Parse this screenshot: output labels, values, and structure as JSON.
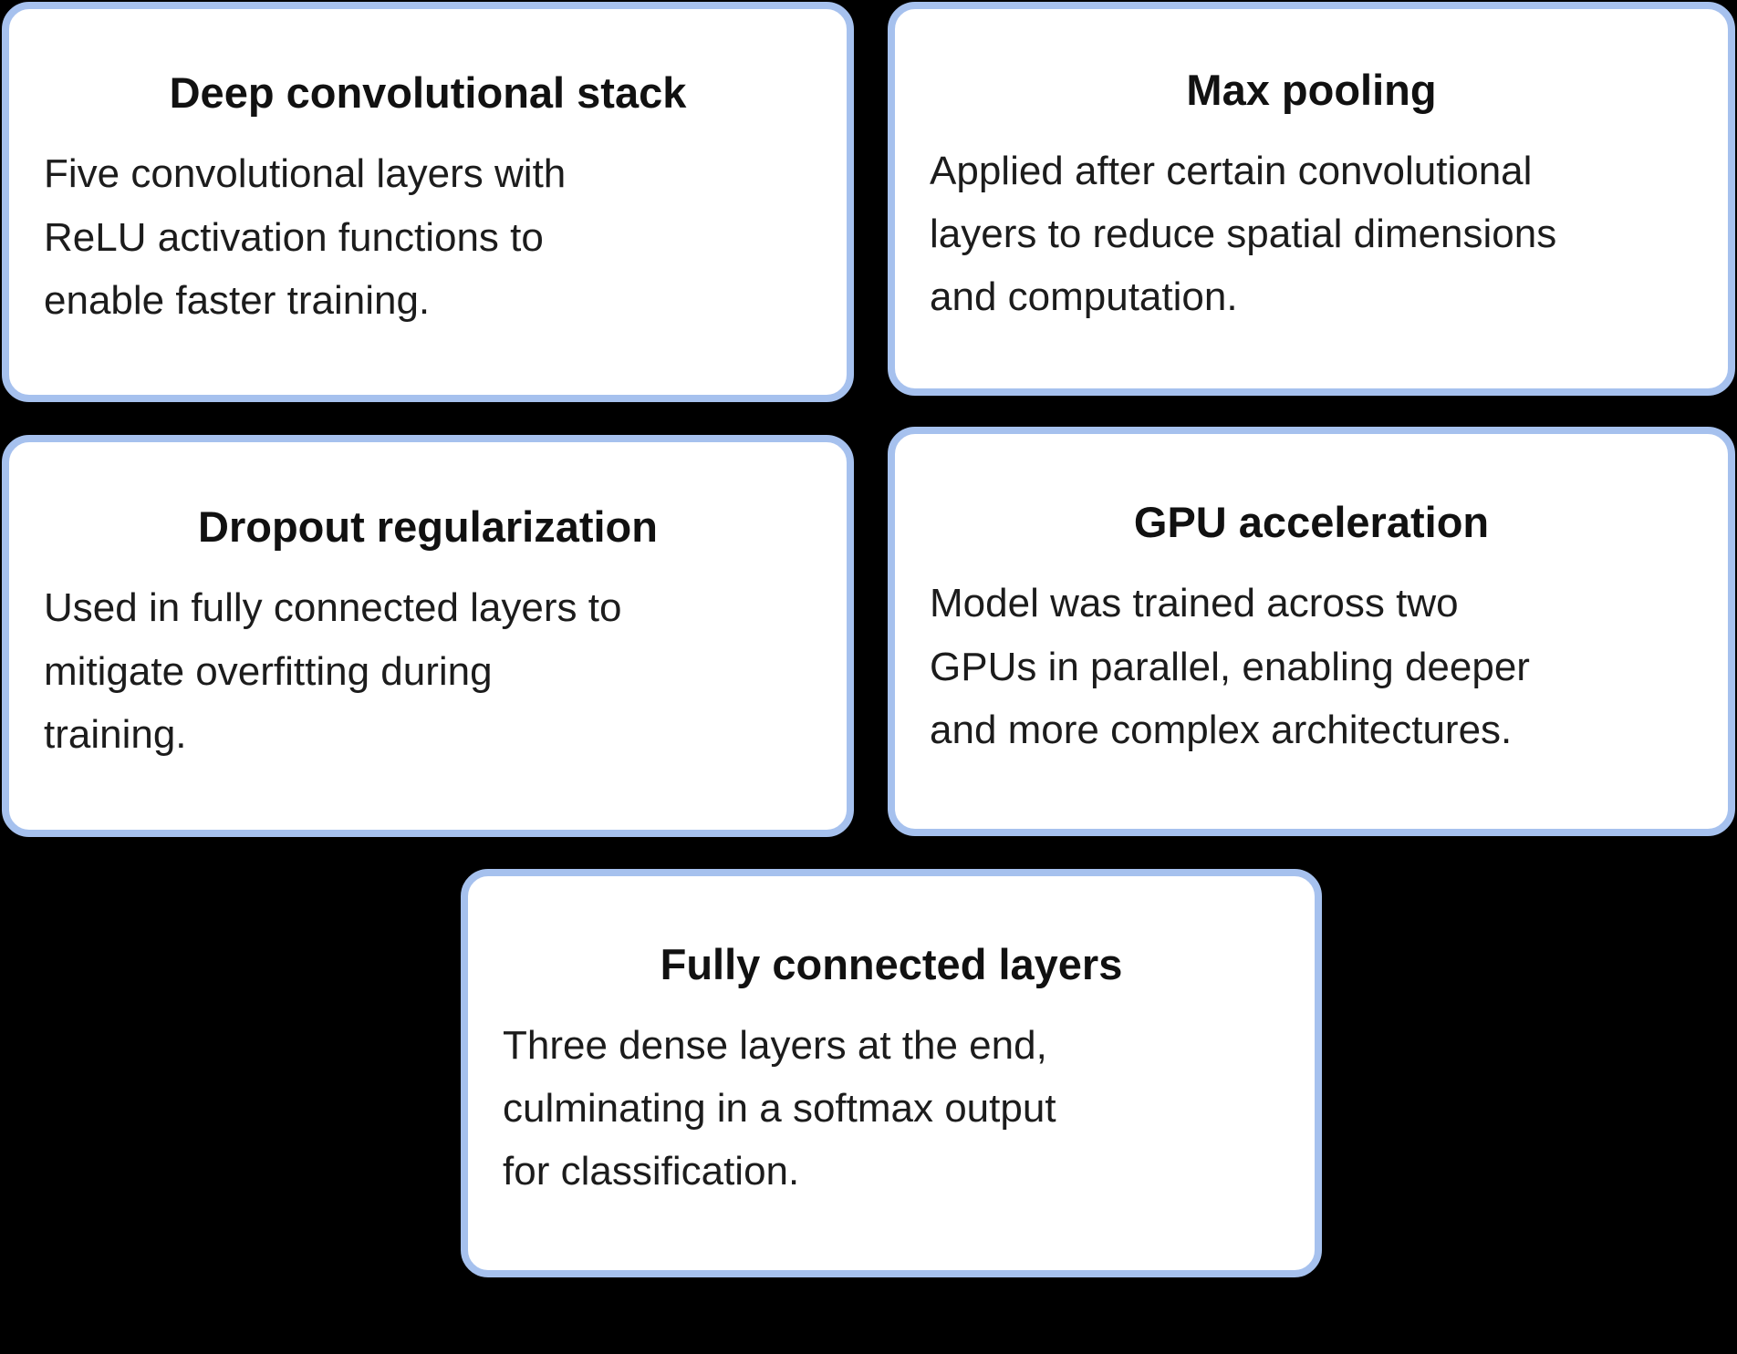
{
  "style": {
    "page_background": "#000000",
    "card_background": "#ffffff",
    "card_border": "#a6c1ee",
    "title_color": "#111111",
    "body_color": "#1c1c1c"
  },
  "cards": [
    {
      "title": "Deep convolutional stack",
      "body": [
        "Five convolutional layers with",
        "ReLU activation functions to",
        "enable faster training."
      ]
    },
    {
      "title": "Max pooling",
      "body": [
        "Applied after certain convolutional",
        "layers to reduce spatial dimensions",
        "and computation."
      ]
    },
    {
      "title": "Dropout regularization",
      "body": [
        "Used in fully connected layers to",
        "mitigate overfitting during",
        "training."
      ]
    },
    {
      "title": "GPU acceleration",
      "body": [
        "Model was trained across two",
        "GPUs in parallel, enabling deeper",
        "and more complex architectures."
      ]
    },
    {
      "title": "Fully connected layers",
      "body": [
        "Three dense layers at the end,",
        "culminating in a softmax output",
        "for classification."
      ]
    }
  ]
}
